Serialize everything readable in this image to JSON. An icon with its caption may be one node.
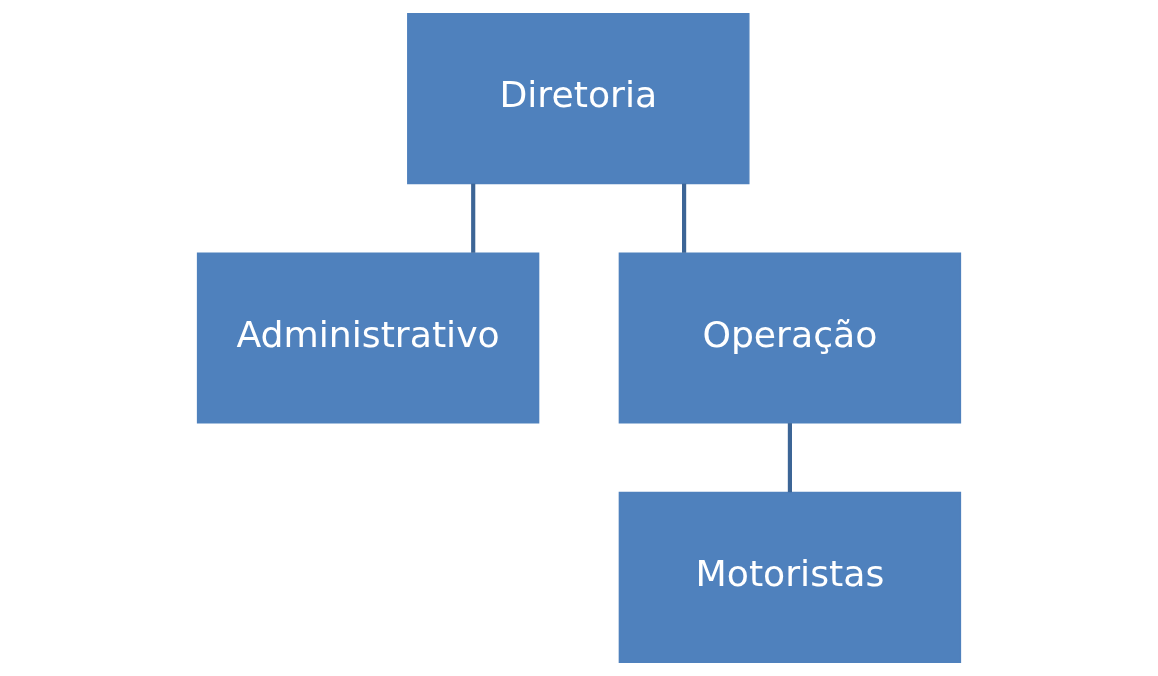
{
  "diagram": {
    "nodes": [
      {
        "text": [
          "Diretoria"
        ]
      },
      {
        "text": [
          "Administrativo"
        ]
      },
      {
        "text": [
          "Operação"
        ]
      },
      {
        "text": [
          "Motoristas"
        ]
      }
    ],
    "edges": [
      {
        "from": 0,
        "to": 1,
        "arrow": "none"
      },
      {
        "from": 0,
        "to": 2,
        "arrow": "none"
      },
      {
        "from": 2,
        "to": 3,
        "arrow": "none"
      }
    ]
  }
}
